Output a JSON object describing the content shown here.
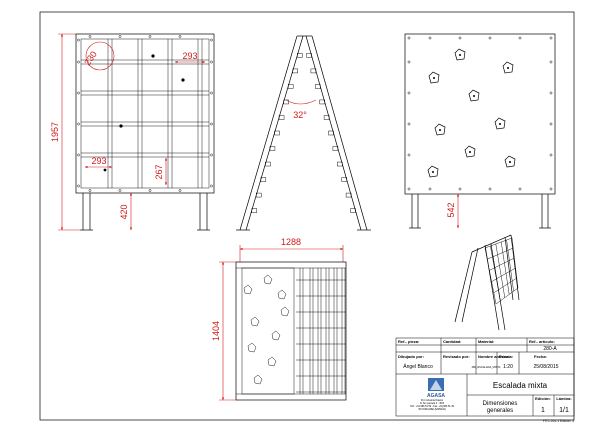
{
  "dimensions": {
    "height_total": "1957",
    "grid_cell_diag": "230",
    "grid_cell_top": "293",
    "grid_cell_bottom": "293",
    "cell_height": "267",
    "leg_height": "420",
    "angle": "32°",
    "side_leg_height": "542",
    "plan_width": "1288",
    "plan_depth": "1404"
  },
  "title_block": {
    "ref_pieza_label": "Ref.- pieza:",
    "cantidad_label": "Cantidad:",
    "material_label": "Material:",
    "ref_articulo_label": "Ref.- artículo:",
    "ref_articulo_value": "280-A",
    "dibujado_label": "Dibujado por:",
    "dibujado_value": "Ángel Blanco",
    "revisado_label": "Revisado por:",
    "nombre_archivo_label": "Nombre archivo:",
    "nombre_archivo_value": "280_ESCALADA_MIXTA",
    "escala_label": "Escala:",
    "escala_value": "1:20",
    "fecha_label": "Fecha:",
    "fecha_value": "25/08/2015",
    "title": "Escalada mixta",
    "subtitle_line1": "Dimensiones",
    "subtitle_line2": "generales",
    "edicion_label": "Edición:",
    "edicion_value": "1",
    "lamina_label": "Lámina:",
    "lamina_value": "1/1",
    "company": "AGASA",
    "company_line1": "Pol. Industrial Castro",
    "company_line2": "C/ Sur parcela 3 - 45 B",
    "company_line3": "Telf.: +34 986 51 59 - Fax: +34 986 51 49",
    "company_line4": "36 FORCAREI (ESPAÑA)",
    "footer_code": "FITC-001-1 Edición: 4"
  }
}
